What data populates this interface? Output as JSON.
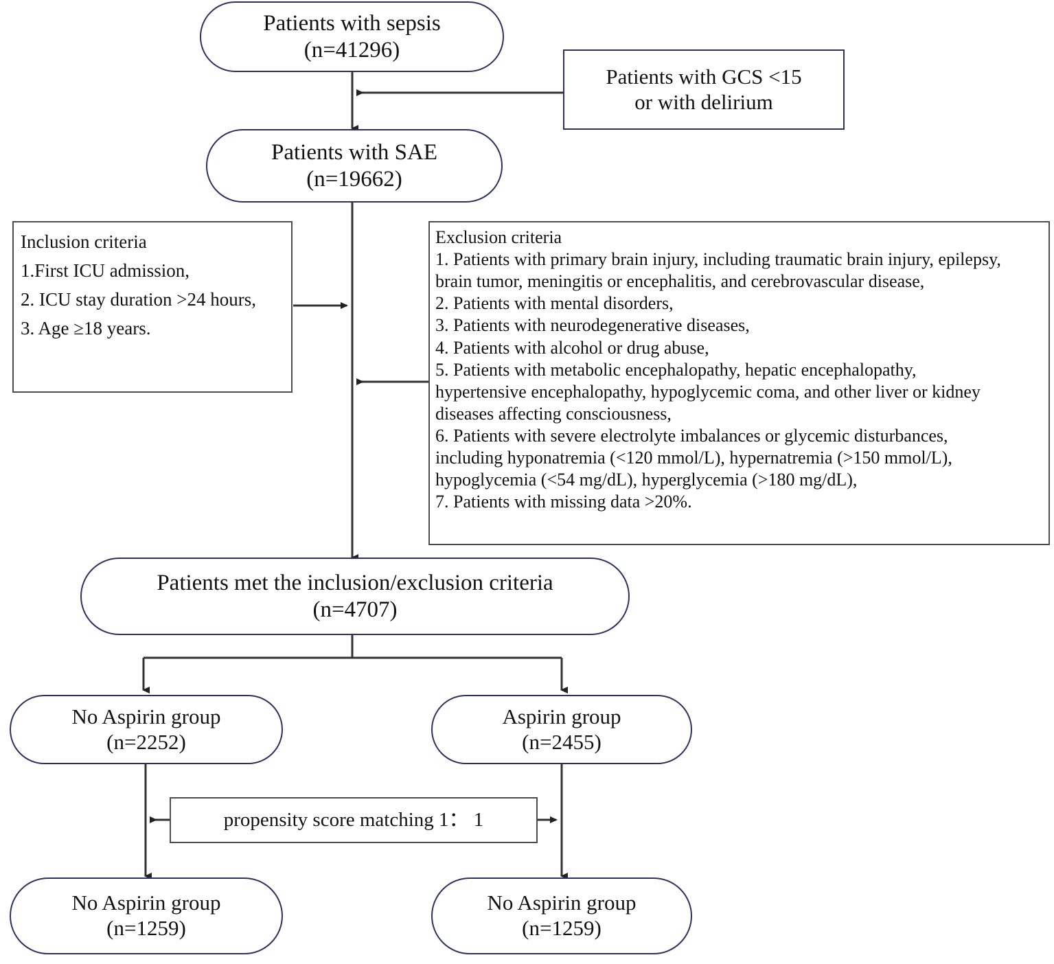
{
  "figure": {
    "type": "flowchart",
    "title": "Study population selection flowchart",
    "colors": {
      "node_border": "#2b3261",
      "box_border": "#4c4c4c",
      "connector": "#333333",
      "background": "#ffffff"
    }
  },
  "nodes": {
    "sepsis": {
      "label": "Patients with sepsis",
      "count": "(n=41296)"
    },
    "gcs_exclusion": {
      "line1": "Patients with  GCS <15",
      "line2": "or with delirium"
    },
    "sae": {
      "label": "Patients with SAE",
      "count": "(n=19662)"
    },
    "inclusion": {
      "title": "Inclusion criteria",
      "items": [
        "1.First ICU admission,",
        "2. ICU stay duration >24 hours,",
        "3. Age ≥18 years."
      ]
    },
    "exclusion": {
      "title": "Exclusion criteria",
      "lines": [
        "1. Patients with primary brain injury, including traumatic brain injury, epilepsy,",
        "brain tumor, meningitis or encephalitis, and cerebrovascular disease,",
        "2. Patients with mental disorders,",
        "3. Patients with neurodegenerative diseases,",
        "4. Patients with alcohol or drug abuse,",
        "5. Patients with metabolic encephalopathy, hepatic encephalopathy,",
        "hypertensive encephalopathy, hypoglycemic coma, and other liver or kidney",
        "diseases affecting consciousness,",
        "6. Patients with severe electrolyte imbalances or glycemic disturbances,",
        "including hyponatremia (<120 mmol/L), hypernatremia (>150 mmol/L),",
        "hypoglycemia (<54 mg/dL), hyperglycemia (>180 mg/dL),",
        "7. Patients with missing data >20%."
      ]
    },
    "met_criteria": {
      "label": "Patients met the inclusion/exclusion criteria",
      "count": "(n=4707)"
    },
    "no_aspirin_pre": {
      "label": "No Aspirin group",
      "count": "(n=2252)"
    },
    "aspirin_pre": {
      "label": "Aspirin group",
      "count": "(n=2455)"
    },
    "psm": {
      "label": "propensity score matching 1： 1"
    },
    "no_aspirin_post": {
      "label": "No Aspirin group",
      "count": "(n=1259)"
    },
    "aspirin_post": {
      "label": "No Aspirin group",
      "count": "(n=1259)"
    }
  }
}
